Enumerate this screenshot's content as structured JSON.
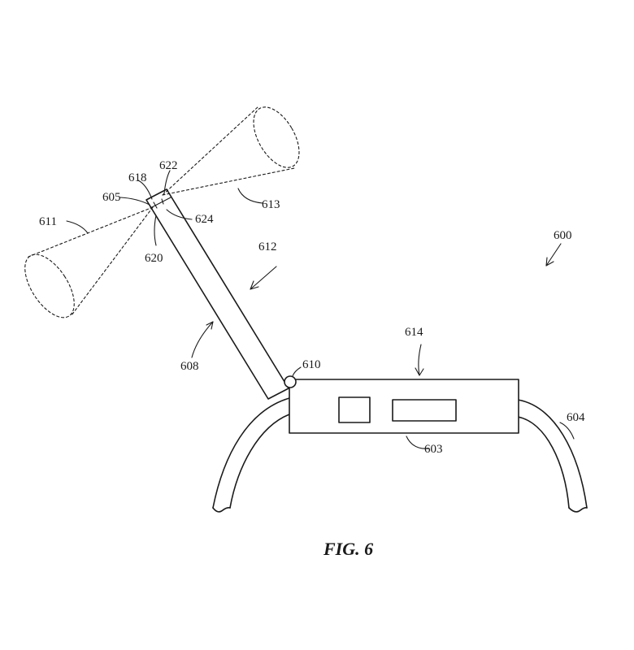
{
  "figure": {
    "caption": "FIG. 6",
    "labels": {
      "device": "600",
      "housing": "603",
      "band": "604",
      "tip": "605",
      "arm": "608",
      "hinge": "610",
      "cone_left": "611",
      "arm_arrow": "612",
      "cone_right": "613",
      "body": "614",
      "sensor_618": "618",
      "sensor_620": "620",
      "sensor_622": "622",
      "sensor_624": "624"
    }
  }
}
